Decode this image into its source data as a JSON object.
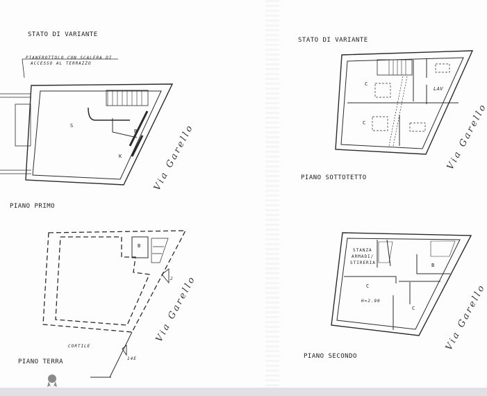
{
  "sheet_top_left": {
    "title": "STATO DI VARIANTE",
    "note_line1": "PIANEROTTOLO CON SCALERA DI",
    "note_line2": "ACCESSO AL TERRAZZO",
    "rooms": [
      "S",
      "B",
      "K"
    ],
    "street": "Via Garello",
    "floor": "PIANO PRIMO"
  },
  "sheet_top_right": {
    "title": "STATO DI VARIANTE",
    "rooms": [
      "C",
      "C",
      "LAV"
    ],
    "street": "Via Garello",
    "floor": "PIANO SOTTOTETTO"
  },
  "sheet_bottom_left": {
    "rooms": [
      "B"
    ],
    "courtyard": "CORTILE",
    "entrance_numbers": [
      "2",
      "14E"
    ],
    "street": "Via Garello",
    "floor": "PIANO TERRA"
  },
  "sheet_bottom_right": {
    "room_label_lines": [
      "STANZA",
      "ARMADI/",
      "STIRERIA"
    ],
    "rooms": [
      "B",
      "C",
      "C"
    ],
    "height_note": "H=2.90",
    "street": "Via Garello",
    "floor": "PIANO SECONDO"
  },
  "colors": {
    "ink": "#222222",
    "paper": "#fdfdfd",
    "bottom_bar": "#e1e1e5"
  }
}
